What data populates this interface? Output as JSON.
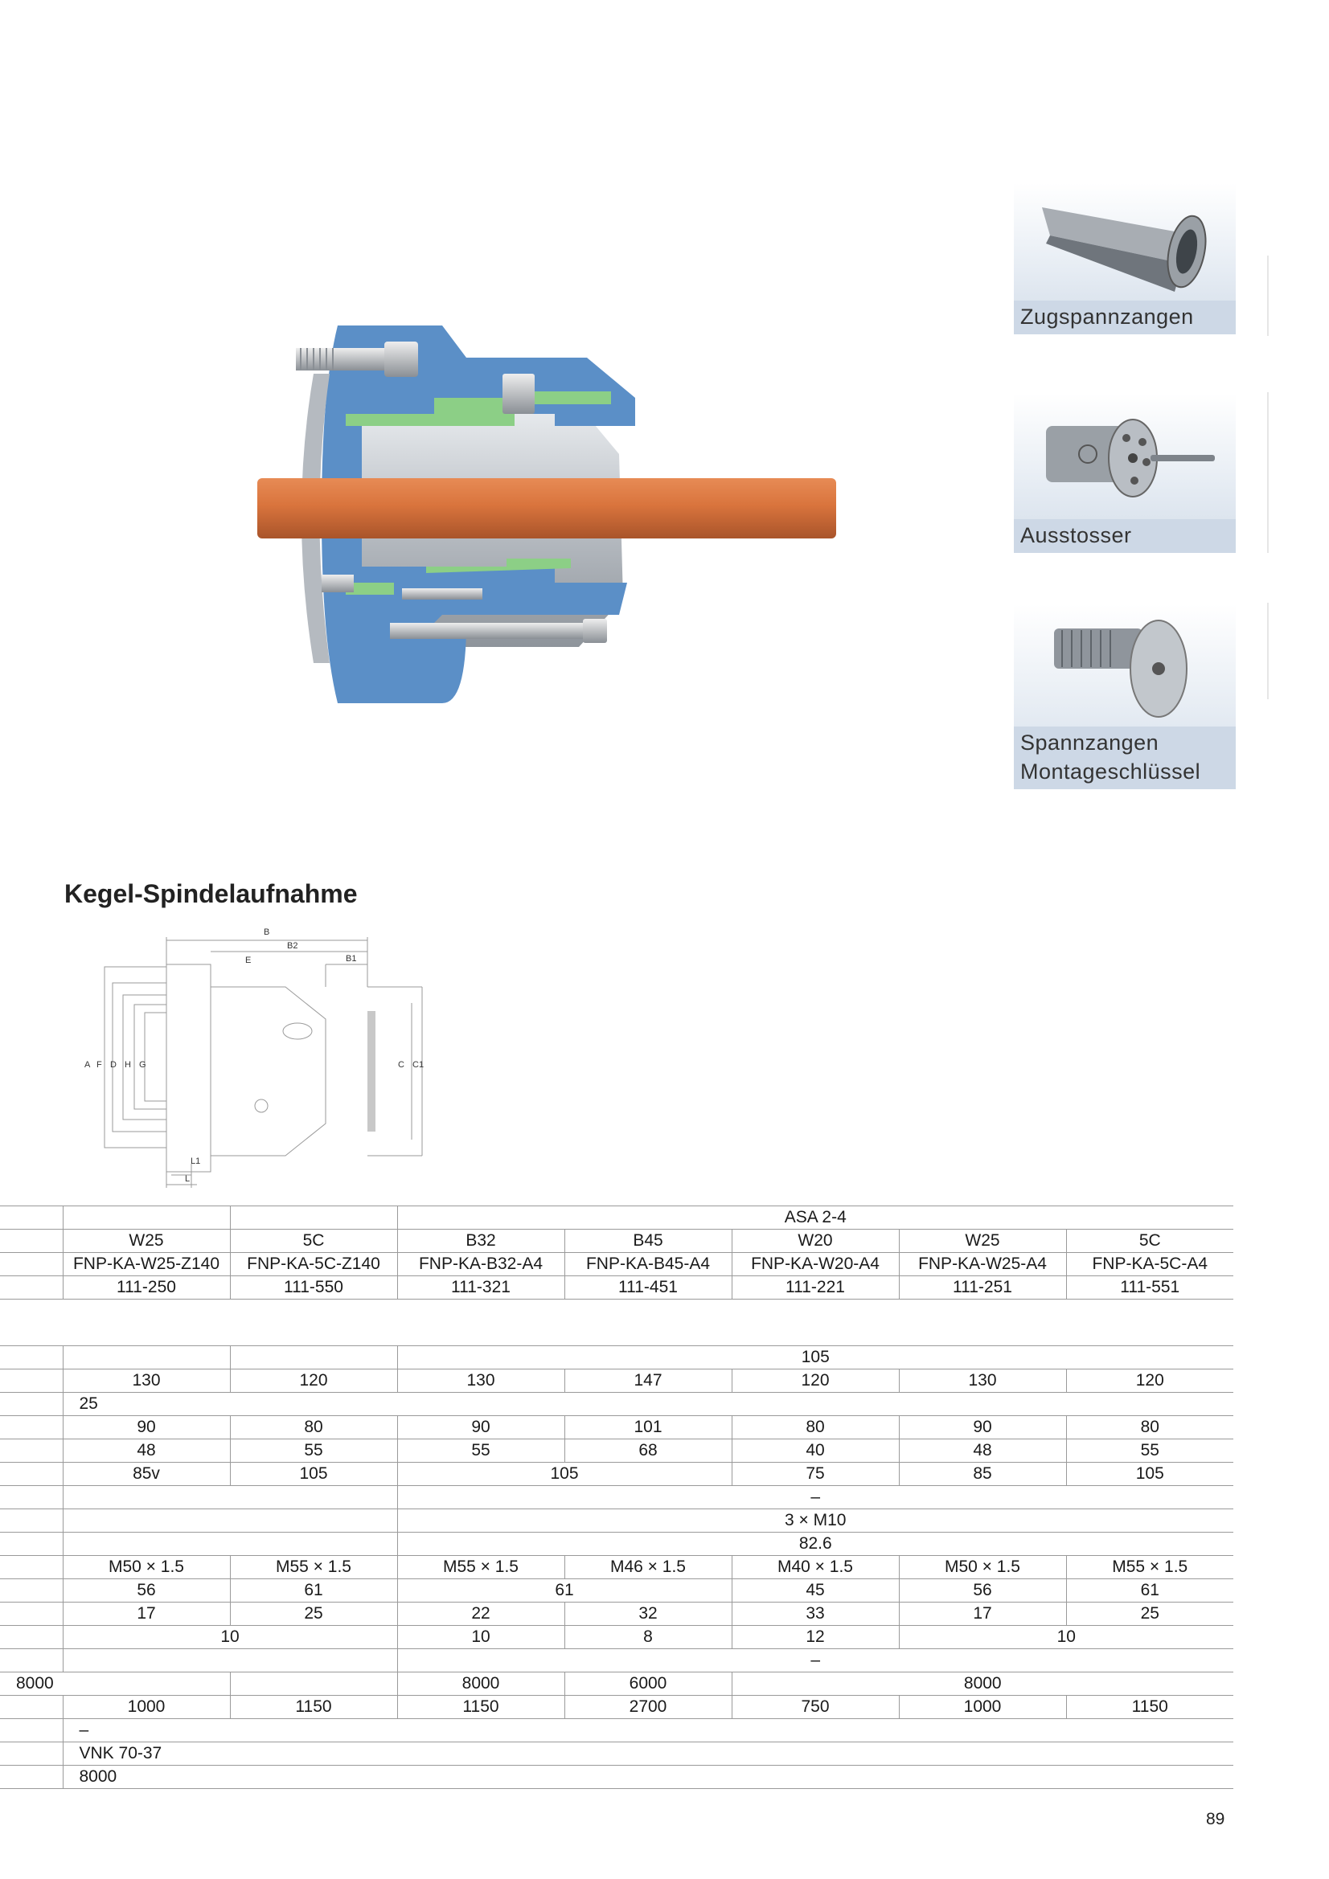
{
  "accessories": [
    {
      "label_lines": [
        "Zugspannzangen"
      ],
      "icon": "collet-icon"
    },
    {
      "label_lines": [
        "Ausstosser"
      ],
      "icon": "ejector-icon"
    },
    {
      "label_lines": [
        "Spannzangen",
        "Montageschlüssel"
      ],
      "icon": "wrench-key-icon"
    }
  ],
  "section_title": "Kegel-Spindelaufnahme",
  "drawing_labels": {
    "B": "B",
    "B2": "B2",
    "B1": "B1",
    "E": "E",
    "A": "A",
    "F": "F",
    "D": "D",
    "H": "H",
    "G": "G",
    "C": "C",
    "C1": "C1",
    "L1": "L1",
    "L": "L"
  },
  "header_table": [
    [
      {
        "t": "",
        "s": 1,
        "e": 1
      },
      {
        "t": "",
        "s": 1
      },
      {
        "t": "",
        "s": 1
      },
      {
        "t": "ASA 2-4",
        "s": 5
      }
    ],
    [
      {
        "t": "",
        "s": 1,
        "e": 1
      },
      {
        "t": "W25",
        "s": 1
      },
      {
        "t": "5C",
        "s": 1
      },
      {
        "t": "B32",
        "s": 1
      },
      {
        "t": "B45",
        "s": 1
      },
      {
        "t": "W20",
        "s": 1
      },
      {
        "t": "W25",
        "s": 1
      },
      {
        "t": "5C",
        "s": 1
      }
    ],
    [
      {
        "t": "",
        "s": 1,
        "e": 1
      },
      {
        "t": "FNP-KA-W25-Z140",
        "s": 1
      },
      {
        "t": "FNP-KA-5C-Z140",
        "s": 1
      },
      {
        "t": "FNP-KA-B32-A4",
        "s": 1
      },
      {
        "t": "FNP-KA-B45-A4",
        "s": 1
      },
      {
        "t": "FNP-KA-W20-A4",
        "s": 1
      },
      {
        "t": "FNP-KA-W25-A4",
        "s": 1
      },
      {
        "t": "FNP-KA-5C-A4",
        "s": 1
      }
    ],
    [
      {
        "t": "",
        "s": 1,
        "e": 1
      },
      {
        "t": "111-250",
        "s": 1
      },
      {
        "t": "111-550",
        "s": 1
      },
      {
        "t": "111-321",
        "s": 1
      },
      {
        "t": "111-451",
        "s": 1
      },
      {
        "t": "111-221",
        "s": 1
      },
      {
        "t": "111-251",
        "s": 1
      },
      {
        "t": "111-551",
        "s": 1
      }
    ]
  ],
  "dims_table": [
    [
      {
        "t": "",
        "s": 1
      },
      {
        "t": "",
        "s": 1
      },
      {
        "t": "",
        "s": 1
      },
      {
        "t": "105",
        "s": 5
      }
    ],
    [
      {
        "t": "",
        "s": 1
      },
      {
        "t": "130",
        "s": 1
      },
      {
        "t": "120",
        "s": 1
      },
      {
        "t": "130",
        "s": 1
      },
      {
        "t": "147",
        "s": 1
      },
      {
        "t": "120",
        "s": 1
      },
      {
        "t": "130",
        "s": 1
      },
      {
        "t": "120",
        "s": 1
      }
    ],
    [
      {
        "t": "",
        "s": 1
      },
      {
        "t": "25",
        "s": 7,
        "l": 1
      }
    ],
    [
      {
        "t": "",
        "s": 1
      },
      {
        "t": "90",
        "s": 1
      },
      {
        "t": "80",
        "s": 1
      },
      {
        "t": "90",
        "s": 1
      },
      {
        "t": "101",
        "s": 1
      },
      {
        "t": "80",
        "s": 1
      },
      {
        "t": "90",
        "s": 1
      },
      {
        "t": "80",
        "s": 1
      }
    ],
    [
      {
        "t": "",
        "s": 1
      },
      {
        "t": "48",
        "s": 1
      },
      {
        "t": "55",
        "s": 1
      },
      {
        "t": "55",
        "s": 1
      },
      {
        "t": "68",
        "s": 1
      },
      {
        "t": "40",
        "s": 1
      },
      {
        "t": "48",
        "s": 1
      },
      {
        "t": "55",
        "s": 1
      }
    ],
    [
      {
        "t": "",
        "s": 1
      },
      {
        "t": "85v",
        "s": 1
      },
      {
        "t": "105",
        "s": 1
      },
      {
        "t": "105",
        "s": 2
      },
      {
        "t": "75",
        "s": 1
      },
      {
        "t": "85",
        "s": 1
      },
      {
        "t": "105",
        "s": 1
      }
    ],
    [
      {
        "t": "",
        "s": 1
      },
      {
        "t": "",
        "s": 2
      },
      {
        "t": "–",
        "s": 5
      }
    ],
    [
      {
        "t": "",
        "s": 1
      },
      {
        "t": "",
        "s": 2
      },
      {
        "t": "3 × M10",
        "s": 5
      }
    ],
    [
      {
        "t": "",
        "s": 1
      },
      {
        "t": "",
        "s": 2
      },
      {
        "t": "82.6",
        "s": 5
      }
    ],
    [
      {
        "t": "",
        "s": 1
      },
      {
        "t": "M50 × 1.5",
        "s": 1
      },
      {
        "t": "M55 × 1.5",
        "s": 1
      },
      {
        "t": "M55 × 1.5",
        "s": 1
      },
      {
        "t": "M46 × 1.5",
        "s": 1
      },
      {
        "t": "M40 × 1.5",
        "s": 1
      },
      {
        "t": "M50 × 1.5",
        "s": 1
      },
      {
        "t": "M55 × 1.5",
        "s": 1
      }
    ],
    [
      {
        "t": "",
        "s": 1
      },
      {
        "t": "56",
        "s": 1
      },
      {
        "t": "61",
        "s": 1
      },
      {
        "t": "61",
        "s": 2
      },
      {
        "t": "45",
        "s": 1
      },
      {
        "t": "56",
        "s": 1
      },
      {
        "t": "61",
        "s": 1
      }
    ],
    [
      {
        "t": "",
        "s": 1
      },
      {
        "t": "17",
        "s": 1
      },
      {
        "t": "25",
        "s": 1
      },
      {
        "t": "22",
        "s": 1
      },
      {
        "t": "32",
        "s": 1
      },
      {
        "t": "33",
        "s": 1
      },
      {
        "t": "17",
        "s": 1
      },
      {
        "t": "25",
        "s": 1
      }
    ],
    [
      {
        "t": "",
        "s": 1
      },
      {
        "t": "10",
        "s": 2
      },
      {
        "t": "10",
        "s": 1
      },
      {
        "t": "8",
        "s": 1
      },
      {
        "t": "12",
        "s": 1
      },
      {
        "t": "10",
        "s": 2
      }
    ],
    [
      {
        "t": "",
        "s": 1
      },
      {
        "t": "",
        "s": 2
      },
      {
        "t": "–",
        "s": 5
      }
    ],
    [
      {
        "t": "8000",
        "s": 2,
        "l": 1
      },
      {
        "t": "",
        "s": 1
      },
      {
        "t": "8000",
        "s": 1
      },
      {
        "t": "6000",
        "s": 1
      },
      {
        "t": "8000",
        "s": 3
      }
    ],
    [
      {
        "t": "",
        "s": 1
      },
      {
        "t": "1000",
        "s": 1
      },
      {
        "t": "1150",
        "s": 1
      },
      {
        "t": "1150",
        "s": 1
      },
      {
        "t": "2700",
        "s": 1
      },
      {
        "t": "750",
        "s": 1
      },
      {
        "t": "1000",
        "s": 1
      },
      {
        "t": "1150",
        "s": 1
      }
    ],
    [
      {
        "t": "",
        "s": 1
      },
      {
        "t": "–",
        "s": 7,
        "l": 1
      }
    ],
    [
      {
        "t": "",
        "s": 1
      },
      {
        "t": "VNK 70-37",
        "s": 7,
        "l": 1
      }
    ],
    [
      {
        "t": "",
        "s": 1
      },
      {
        "t": "8000",
        "s": 7,
        "l": 1
      }
    ]
  ],
  "page_number": "89",
  "colors": {
    "housing_blue": "#5b8fc7",
    "seal_green": "#8ccf86",
    "bar_copper": "#d9743d",
    "steel": "#c9cdd2",
    "label_band": "#cdd8e6"
  }
}
